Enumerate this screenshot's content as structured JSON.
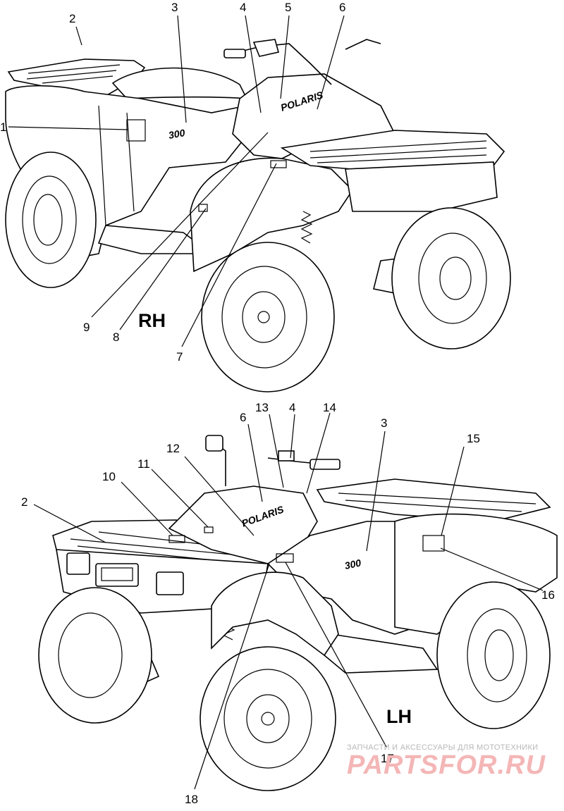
{
  "views": {
    "rh": {
      "side_label": "RH",
      "callouts": [
        "1",
        "2",
        "3",
        "4",
        "5",
        "6",
        "7",
        "8",
        "9"
      ]
    },
    "lh": {
      "side_label": "LH",
      "callouts": [
        "2",
        "3",
        "4",
        "6",
        "10",
        "11",
        "12",
        "13",
        "14",
        "15",
        "16",
        "17",
        "18"
      ]
    }
  },
  "decal_text": {
    "brand": "POLARIS",
    "model_badge": "300"
  },
  "watermark": {
    "tagline": "ЗАПЧАСТИ И АКСЕССУАРЫ ДЛЯ МОТОТЕХНИКИ",
    "logo": "PARTSFOR.RU",
    "color": "#f4b6b6"
  }
}
